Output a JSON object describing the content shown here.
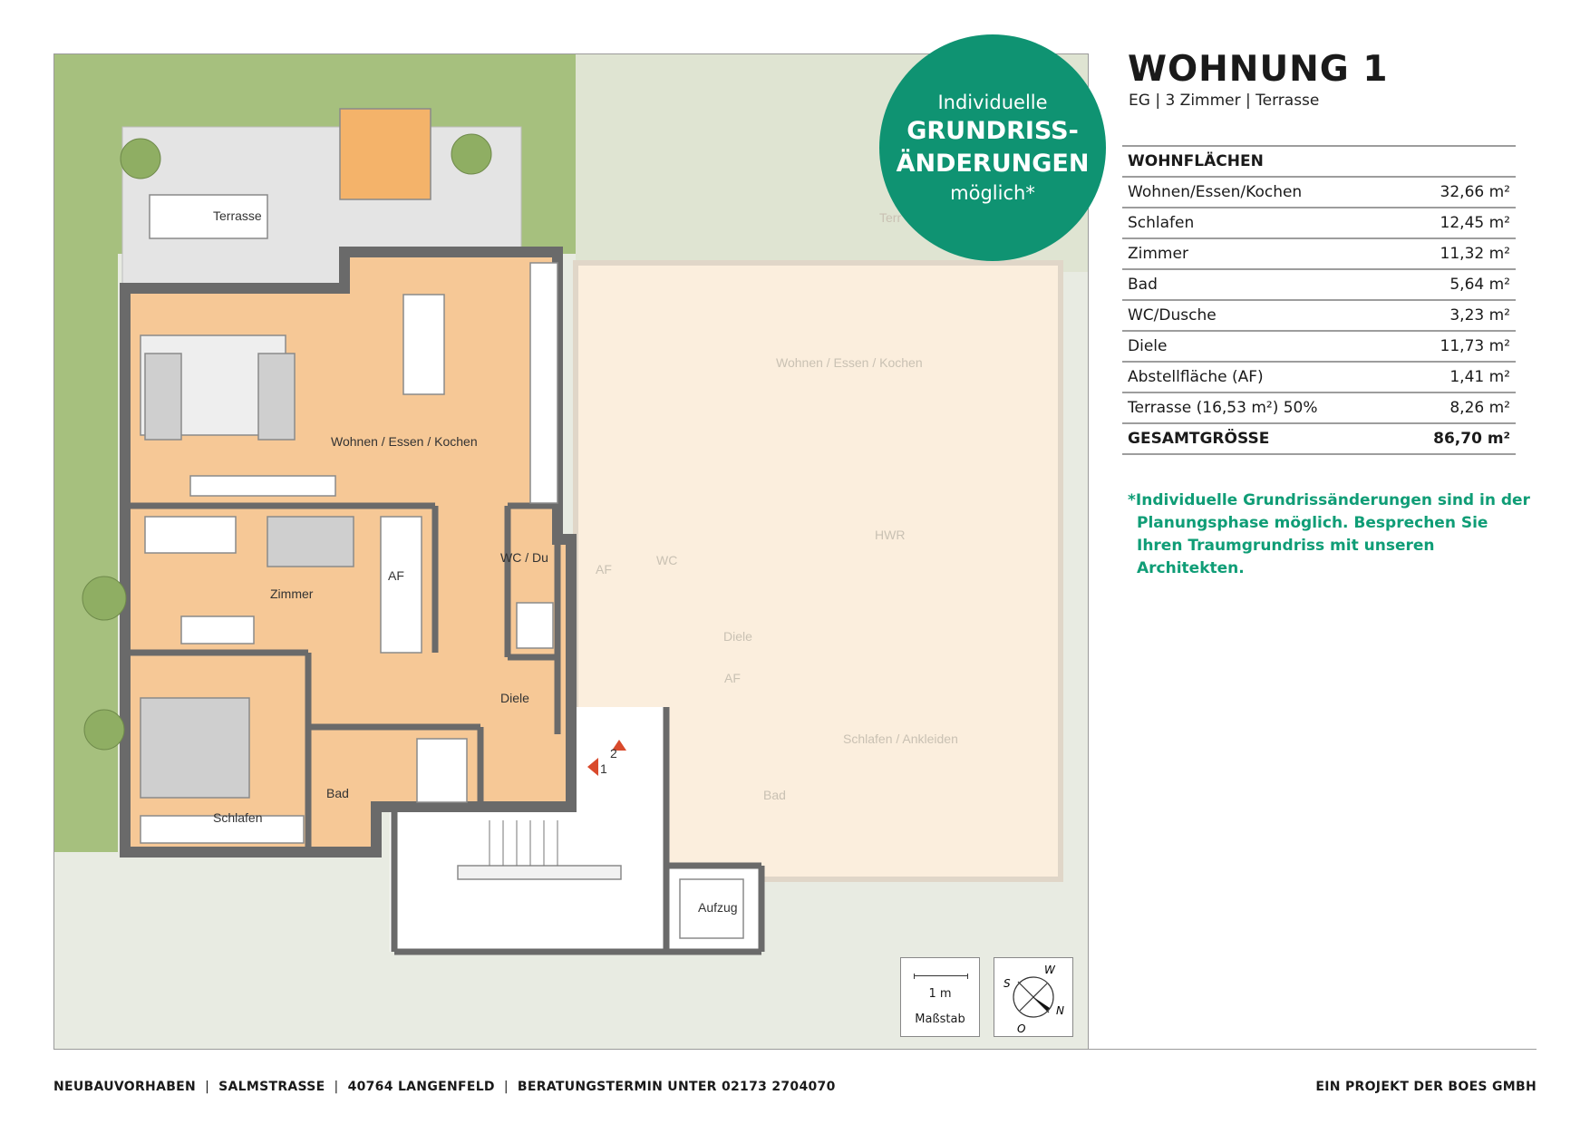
{
  "apartment": {
    "title": "WOHNUNG 1",
    "subtitle": "EG | 3 Zimmer | Terrasse"
  },
  "badge": {
    "line1": "Individuelle",
    "line2": "GRUNDRISS-",
    "line3": "ÄNDERUNGEN",
    "line4": "möglich*"
  },
  "areas": {
    "heading": "WOHNFLÄCHEN",
    "rows": [
      {
        "label": "Wohnen/Essen/Kochen",
        "value": "32,66 m²"
      },
      {
        "label": "Schlafen",
        "value": "12,45 m²"
      },
      {
        "label": "Zimmer",
        "value": "11,32 m²"
      },
      {
        "label": "Bad",
        "value": "5,64 m²"
      },
      {
        "label": "WC/Dusche",
        "value": "3,23 m²"
      },
      {
        "label": "Diele",
        "value": "11,73 m²"
      },
      {
        "label": "Abstellfläche (AF)",
        "value": "1,41 m²"
      },
      {
        "label": "Terrasse (16,53 m²) 50%",
        "value": "8,26 m²"
      }
    ],
    "total": {
      "label": "GESAMTGRÖSSE",
      "value": "86,70 m²"
    }
  },
  "note": "*Individuelle Grundrissänderungen sind in der Planungsphase möglich. Besprechen Sie Ihren Traumgrundriss mit unseren Architekten.",
  "plan": {
    "rooms": {
      "terrasse": "Terrasse",
      "wohnen": "Wohnen / Essen / Kochen",
      "zimmer": "Zimmer",
      "af": "AF",
      "wc": "WC / Du",
      "diele": "Diele",
      "schlafen": "Schlafen",
      "bad": "Bad",
      "aufzug": "Aufzug",
      "step1": "1",
      "step2": "2"
    },
    "faded_rooms": {
      "wohnen": "Wohnen / Essen / Kochen",
      "terrasse": "Terr",
      "hwr": "HWR",
      "af1": "AF",
      "wc": "WC",
      "diele": "Diele",
      "af2": "AF",
      "schlafen": "Schlafen / Ankleiden",
      "bad": "Bad"
    }
  },
  "scale": {
    "length": "1 m",
    "label": "Maßstab"
  },
  "compass": {
    "w": "W",
    "s": "S",
    "n": "N",
    "o": "O"
  },
  "footer": {
    "left": [
      "NEUBAUVORHABEN",
      "SALMSTRASSE",
      "40764 LANGENFELD",
      "BERATUNGSTERMIN UNTER 02173 2704070"
    ],
    "right": "EIN PROJEKT DER BOES GMBH"
  },
  "colors": {
    "accent": "#0f9372",
    "note": "#0f9d76",
    "floor": "#f6c896",
    "wall": "#6a6a6a",
    "lawn": "#a6c07e"
  }
}
